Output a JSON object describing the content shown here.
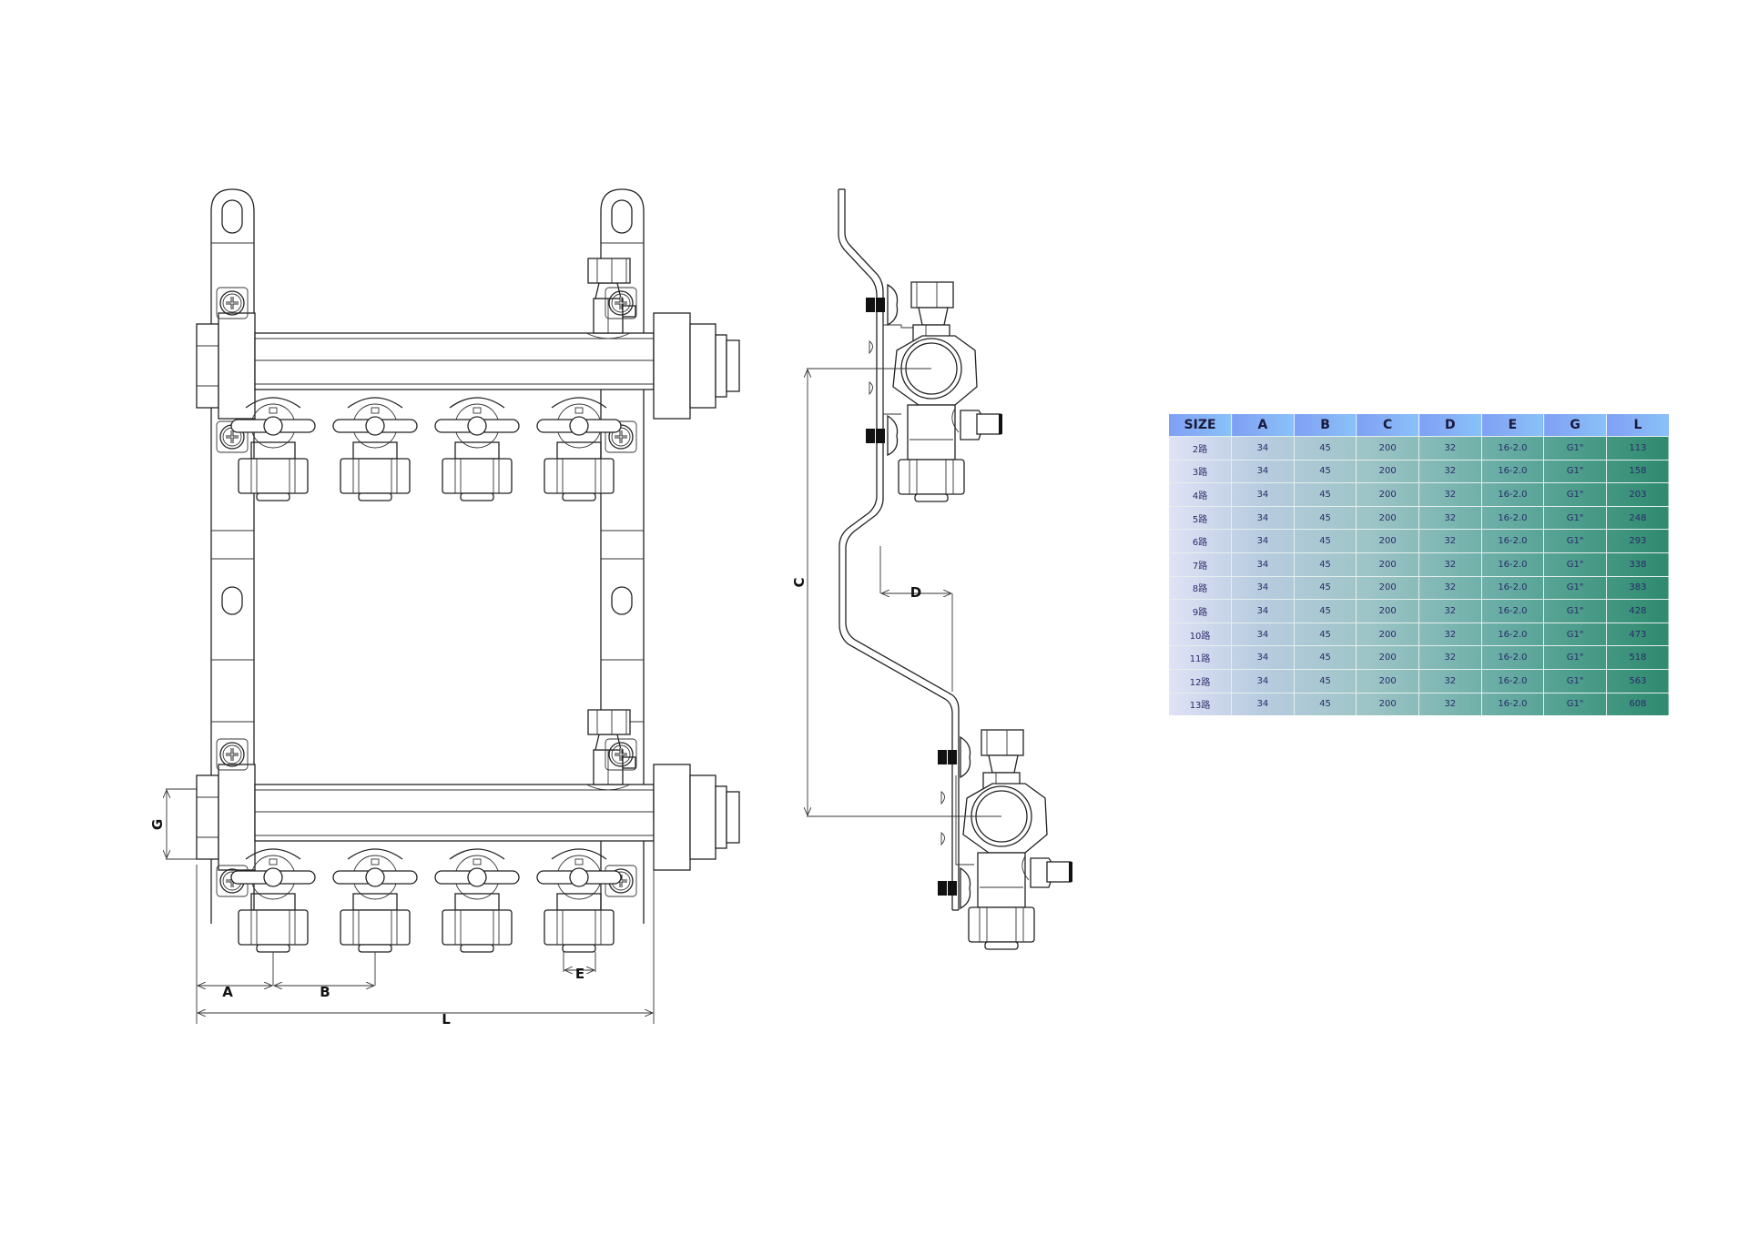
{
  "drawing": {
    "title": "Floor heating manifold dimension drawing",
    "front_view": {
      "outlets_per_bar": 4,
      "dimension_labels": {
        "A": "A",
        "B": "B",
        "E": "E",
        "G": "G",
        "L": "L"
      }
    },
    "side_view": {
      "dimension_labels": {
        "C": "C",
        "D": "D"
      }
    }
  },
  "spec_table": {
    "headers": [
      "SIZE",
      "A",
      "B",
      "C",
      "D",
      "E",
      "G",
      "L"
    ],
    "rows": [
      [
        "2路",
        "34",
        "45",
        "200",
        "32",
        "16-2.0",
        "G1\"",
        "113"
      ],
      [
        "3路",
        "34",
        "45",
        "200",
        "32",
        "16-2.0",
        "G1\"",
        "158"
      ],
      [
        "4路",
        "34",
        "45",
        "200",
        "32",
        "16-2.0",
        "G1\"",
        "203"
      ],
      [
        "5路",
        "34",
        "45",
        "200",
        "32",
        "16-2.0",
        "G1\"",
        "248"
      ],
      [
        "6路",
        "34",
        "45",
        "200",
        "32",
        "16-2.0",
        "G1\"",
        "293"
      ],
      [
        "7路",
        "34",
        "45",
        "200",
        "32",
        "16-2.0",
        "G1\"",
        "338"
      ],
      [
        "8路",
        "34",
        "45",
        "200",
        "32",
        "16-2.0",
        "G1\"",
        "383"
      ],
      [
        "9路",
        "34",
        "45",
        "200",
        "32",
        "16-2.0",
        "G1\"",
        "428"
      ],
      [
        "10路",
        "34",
        "45",
        "200",
        "32",
        "16-2.0",
        "G1\"",
        "473"
      ],
      [
        "11路",
        "34",
        "45",
        "200",
        "32",
        "16-2.0",
        "G1\"",
        "518"
      ],
      [
        "12路",
        "34",
        "45",
        "200",
        "32",
        "16-2.0",
        "G1\"",
        "563"
      ],
      [
        "13路",
        "34",
        "45",
        "200",
        "32",
        "16-2.0",
        "G1\"",
        "608"
      ]
    ],
    "colors": {
      "header_start": "#7fa0f4",
      "header_end": "#88c2f8",
      "row_start": "#e0e2f6",
      "row_end": "#2f8a6e",
      "text": "#2a2a6a"
    }
  }
}
